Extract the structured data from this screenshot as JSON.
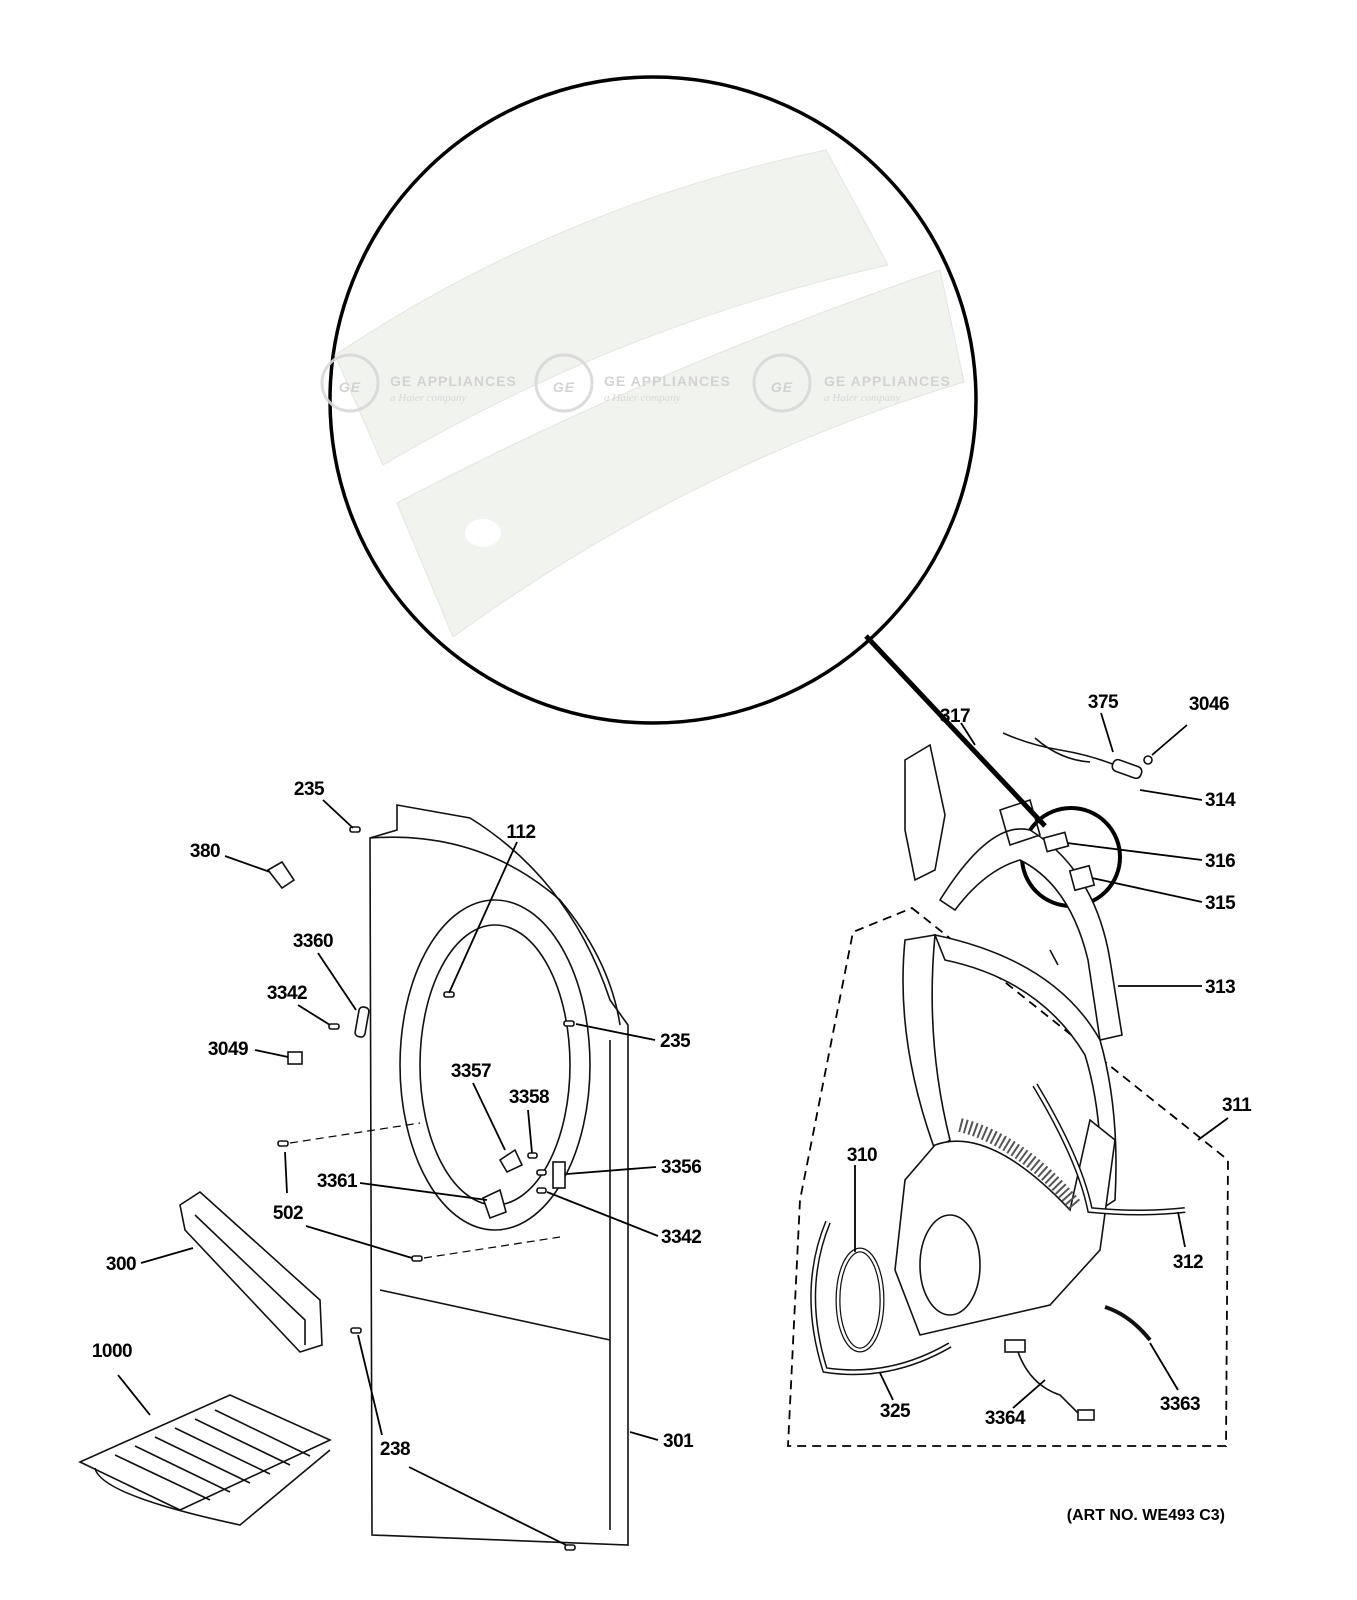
{
  "diagram": {
    "callouts": [
      {
        "id": "c375",
        "label": "375"
      },
      {
        "id": "c3046",
        "label": "3046"
      },
      {
        "id": "c317",
        "label": "317"
      },
      {
        "id": "c314",
        "label": "314"
      },
      {
        "id": "c316",
        "label": "316"
      },
      {
        "id": "c315",
        "label": "315"
      },
      {
        "id": "c313",
        "label": "313"
      },
      {
        "id": "c311",
        "label": "311"
      },
      {
        "id": "c310",
        "label": "310"
      },
      {
        "id": "c312",
        "label": "312"
      },
      {
        "id": "c325",
        "label": "325"
      },
      {
        "id": "c3364",
        "label": "3364"
      },
      {
        "id": "c3363",
        "label": "3363"
      },
      {
        "id": "c235a",
        "label": "235"
      },
      {
        "id": "c112",
        "label": "112"
      },
      {
        "id": "c380",
        "label": "380"
      },
      {
        "id": "c3360",
        "label": "3360"
      },
      {
        "id": "c3342a",
        "label": "3342"
      },
      {
        "id": "c3049",
        "label": "3049"
      },
      {
        "id": "c235b",
        "label": "235"
      },
      {
        "id": "c3357",
        "label": "3357"
      },
      {
        "id": "c3358",
        "label": "3358"
      },
      {
        "id": "c3356",
        "label": "3356"
      },
      {
        "id": "c3361",
        "label": "3361"
      },
      {
        "id": "c3342b",
        "label": "3342"
      },
      {
        "id": "c502",
        "label": "502"
      },
      {
        "id": "c300",
        "label": "300"
      },
      {
        "id": "c1000",
        "label": "1000"
      },
      {
        "id": "c238",
        "label": "238"
      },
      {
        "id": "c301",
        "label": "301"
      }
    ],
    "art_number": "(ART NO. WE493 C3)",
    "watermark": {
      "brand": "GE APPLIANCES",
      "tagline": "a Haier company",
      "logo_text": "GE"
    }
  }
}
